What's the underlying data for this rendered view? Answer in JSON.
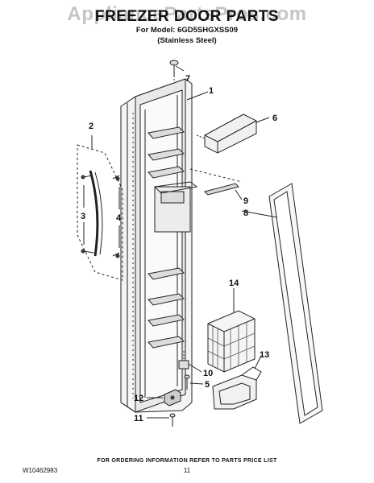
{
  "watermark": "AppliancePartsPros.com",
  "header": {
    "title": "FREEZER DOOR PARTS",
    "model_line": "For Model: 6GD5SHGXSS09",
    "finish_line": "(Stainless Steel)"
  },
  "diagram": {
    "callouts": [
      "1",
      "2",
      "3",
      "4",
      "5",
      "6",
      "7",
      "8",
      "9",
      "10",
      "11",
      "12",
      "13",
      "14"
    ]
  },
  "footer": {
    "ordering_note": "FOR ORDERING INFORMATION REFER TO PARTS PRICE LIST",
    "document_number": "W10462983",
    "page_number": "11"
  }
}
